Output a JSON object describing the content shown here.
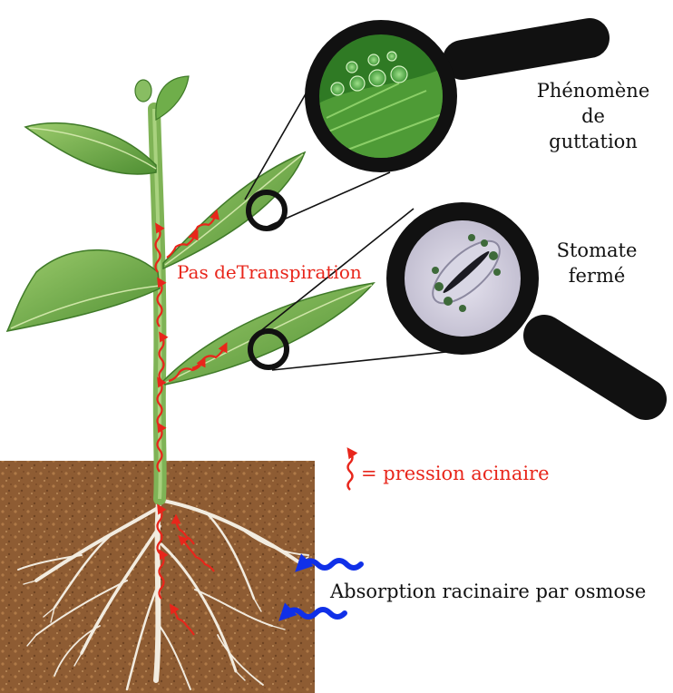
{
  "labels": {
    "guttation": [
      "Phénomène",
      "de",
      "guttation"
    ],
    "stomate": [
      "Stomate",
      "fermé"
    ],
    "no_transpiration": "Pas deTranspiration",
    "legend_pressure": "= pression acinaire",
    "absorption": "Absorption racinaire par osmose"
  },
  "colors": {
    "pressure_arrows": "#e8261b",
    "water_arrows": "#1030e8",
    "soil": "#8b5a32",
    "leaf": "#6aa848",
    "lens": "#111111",
    "roots": "#f2ece0"
  },
  "icons": {
    "pressure_arrow": "wavy-red-arrow-up",
    "water_arrow": "wavy-blue-arrow-left",
    "magnifier": "magnifying-glass"
  }
}
